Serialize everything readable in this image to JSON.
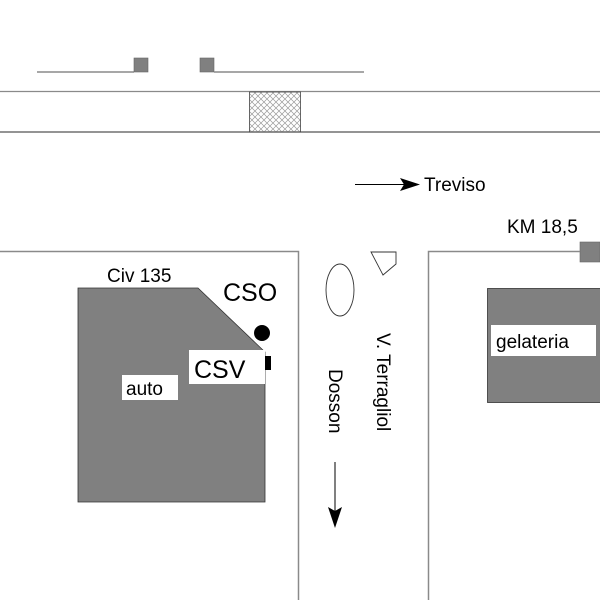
{
  "map": {
    "labels": {
      "treviso": "Treviso",
      "km_marker": "KM 18,5",
      "civic_number": "Civ 135",
      "cso": "CSO",
      "csv": "CSV",
      "auto": "auto",
      "street": "V. Terragliol",
      "dosson": "Dosson",
      "gelateria": "gelateria"
    },
    "colors": {
      "building": "#808080",
      "road_line": "#8a8a8a",
      "ink": "#000000",
      "background": "#ffffff"
    }
  }
}
